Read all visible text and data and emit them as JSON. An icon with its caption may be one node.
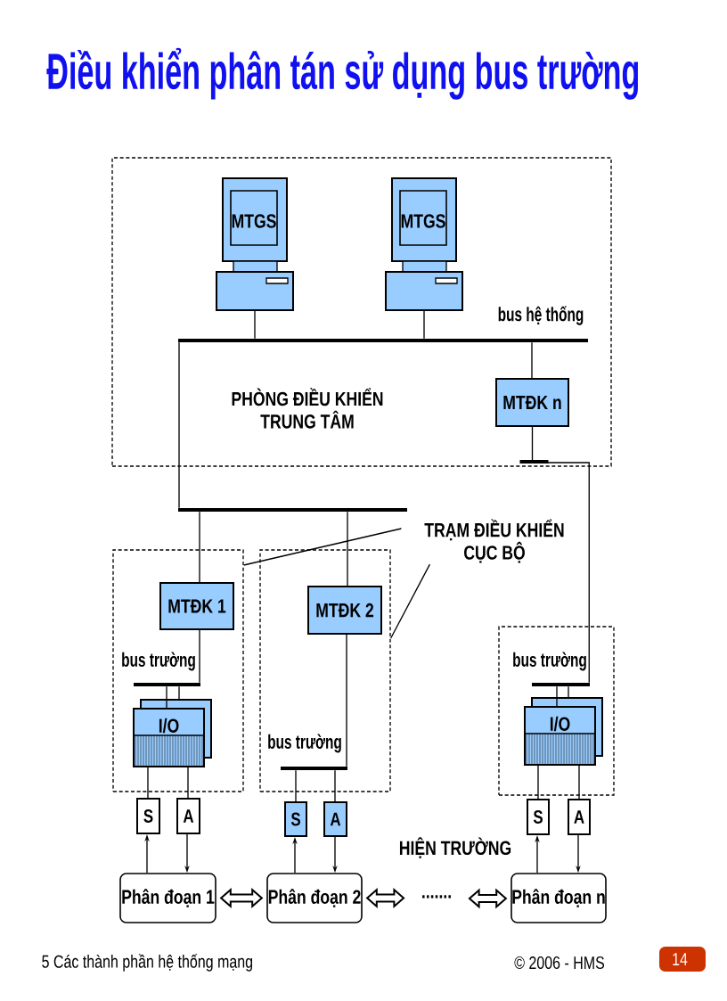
{
  "diagram": {
    "title": "Điều khiển phân tán sử dụng bus trường",
    "nodes": [
      {
        "text": [
          "PHÒNG ĐIỀU KHIỂN TRUNG TÂM"
        ]
      },
      {
        "text": [
          "MTGS"
        ],
        "in": 0
      },
      {
        "text": [
          "MTGS"
        ],
        "in": 0
      },
      {
        "text": [],
        "shape": "bar",
        "beside": [
          "bus hệ thống"
        ],
        "in": 0
      },
      {
        "text": [
          "MTĐK n"
        ],
        "in": 0
      },
      {
        "text": [],
        "shape": "bar"
      },
      {
        "text": [],
        "shape": "box"
      },
      {
        "text": [
          "MTĐK 1"
        ],
        "in": 6
      },
      {
        "text": [],
        "shape": "bar",
        "beside": [
          "bus trường"
        ],
        "in": 6
      },
      {
        "text": [
          "I/O"
        ],
        "in": 6
      },
      {
        "text": [],
        "shape": "box"
      },
      {
        "text": [
          "MTĐK 2"
        ],
        "in": 10
      },
      {
        "text": [],
        "shape": "bar",
        "beside": [
          "bus trường"
        ],
        "in": 10
      },
      {
        "text": [],
        "shape": "box"
      },
      {
        "text": [],
        "shape": "bar",
        "beside": [
          "bus trường"
        ],
        "in": 13
      },
      {
        "text": [
          "I/O"
        ],
        "in": 13
      },
      {
        "text": [
          "S"
        ]
      },
      {
        "text": [
          "A"
        ]
      },
      {
        "text": [
          "S"
        ]
      },
      {
        "text": [
          "A"
        ]
      },
      {
        "text": [
          "S"
        ]
      },
      {
        "text": [
          "A"
        ]
      },
      {
        "text": [
          "Phân đoạn 1"
        ]
      },
      {
        "text": [
          "Phân đoạn 2"
        ]
      },
      {
        "text": [
          "Phân đoạn n"
        ]
      },
      {
        "text": [
          "......."
        ]
      },
      {
        "text": [
          "TRẠM ĐIỀU KHIỂN CỤC BỘ"
        ]
      }
    ],
    "edges": [
      {
        "from": 1,
        "to": 3,
        "arrow": "none"
      },
      {
        "from": 2,
        "to": 3,
        "arrow": "none"
      },
      {
        "from": 4,
        "to": 3,
        "arrow": "none"
      },
      {
        "from": 3,
        "to": 5,
        "arrow": "none"
      },
      {
        "from": 5,
        "to": 7,
        "arrow": "none"
      },
      {
        "from": 5,
        "to": 11,
        "arrow": "none"
      },
      {
        "from": 4,
        "to": 14,
        "arrow": "none"
      },
      {
        "from": 7,
        "to": 8,
        "arrow": "none"
      },
      {
        "from": 8,
        "to": 9,
        "arrow": "none"
      },
      {
        "from": 8,
        "to": 9,
        "arrow": "none"
      },
      {
        "from": 9,
        "to": 16,
        "arrow": "none"
      },
      {
        "from": 9,
        "to": 17,
        "arrow": "none"
      },
      {
        "from": 22,
        "to": 16,
        "arrow": "to"
      },
      {
        "from": 17,
        "to": 22,
        "arrow": "to"
      },
      {
        "from": 11,
        "to": 12,
        "arrow": "none"
      },
      {
        "from": 12,
        "to": 18,
        "arrow": "none"
      },
      {
        "from": 12,
        "to": 19,
        "arrow": "none"
      },
      {
        "from": 23,
        "to": 18,
        "arrow": "to"
      },
      {
        "from": 19,
        "to": 23,
        "arrow": "to"
      },
      {
        "from": 14,
        "to": 15,
        "arrow": "none"
      },
      {
        "from": 14,
        "to": 15,
        "arrow": "none"
      },
      {
        "from": 15,
        "to": 20,
        "arrow": "none"
      },
      {
        "from": 15,
        "to": 21,
        "arrow": "none"
      },
      {
        "from": 24,
        "to": 20,
        "arrow": "to"
      },
      {
        "from": 21,
        "to": 24,
        "arrow": "to"
      },
      {
        "from": 22,
        "to": 23,
        "arrow": "both",
        "style": "thick"
      },
      {
        "from": 23,
        "to": 25,
        "arrow": "both",
        "style": "thick"
      },
      {
        "from": 25,
        "to": 24,
        "arrow": "both",
        "style": "thick"
      },
      {
        "from": 26,
        "to": 6,
        "arrow": "none"
      },
      {
        "from": 26,
        "to": 10,
        "arrow": "none"
      }
    ],
    "labels": [
      "HIỆN TRƯỜNG",
      "5 Các thành phần hệ thống mạng",
      "© 2006 - HMS",
      "14"
    ]
  }
}
